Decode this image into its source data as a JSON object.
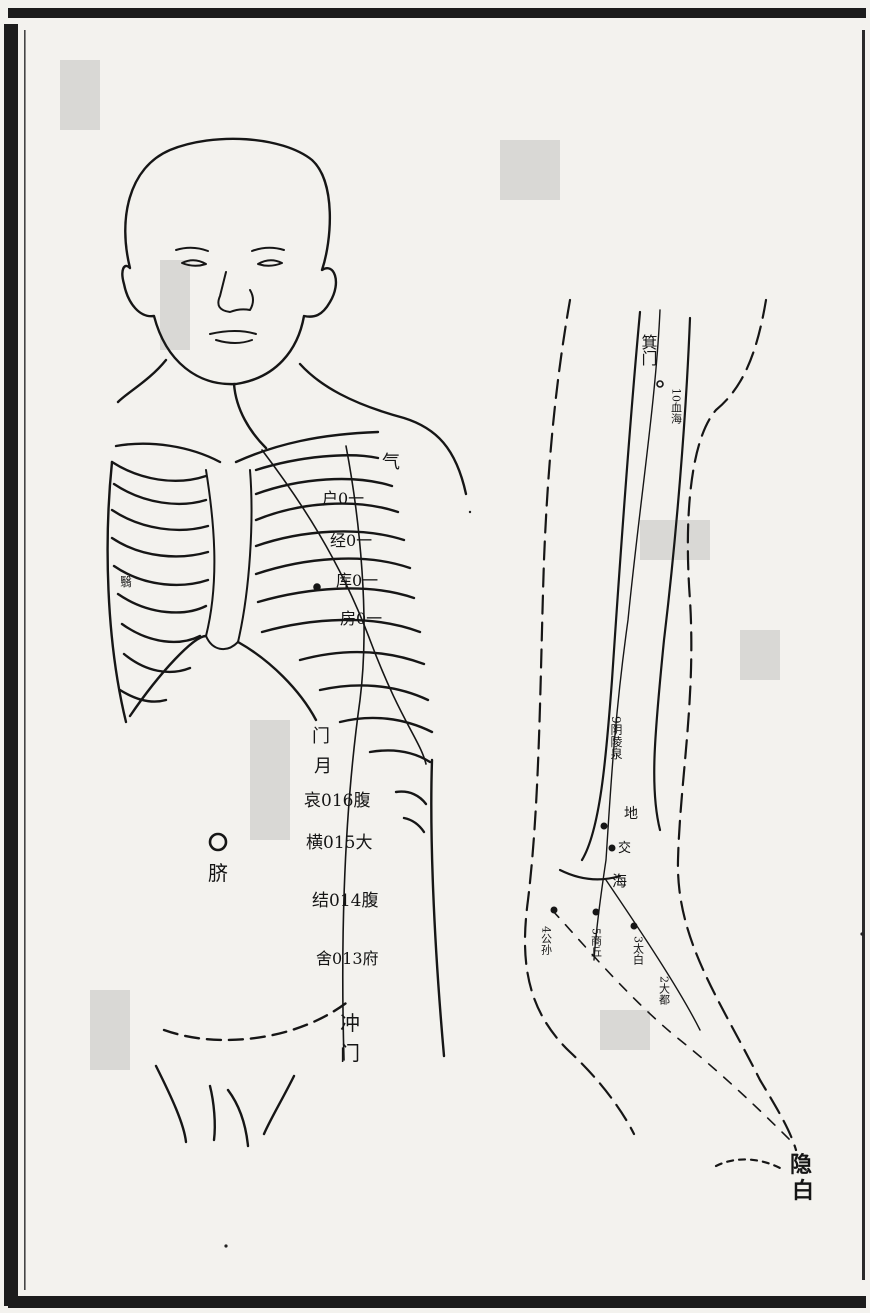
{
  "labels": {
    "neck_top": "气",
    "chest_row_1": "户0一",
    "chest_row_2": "经0一",
    "chest_row_3": "库0一",
    "chest_row_4": "房0一",
    "chest_row_5": "翳",
    "abdomen_row_1": "门",
    "abdomen_row_2": "月",
    "abdomen_row_3": "哀016腹",
    "abdomen_row_4": "横015大",
    "abdomen_row_5": "结014腹",
    "abdomen_row_6": "舍013府",
    "abdomen_row_7": "冲",
    "abdomen_row_8": "门",
    "navel": "脐",
    "thigh_top": "箕门",
    "thigh_point": "10血海",
    "shin_point": "9阴陵泉",
    "ankle_point_1": "地",
    "ankle_point_2": "交",
    "ankle_point_3": "海",
    "foot_point_1": "4公孙",
    "foot_point_2": "5商丘",
    "foot_point_3": "3太白",
    "foot_point_4": "2大都",
    "toe_label_1": "隐",
    "toe_label_2": "白"
  }
}
